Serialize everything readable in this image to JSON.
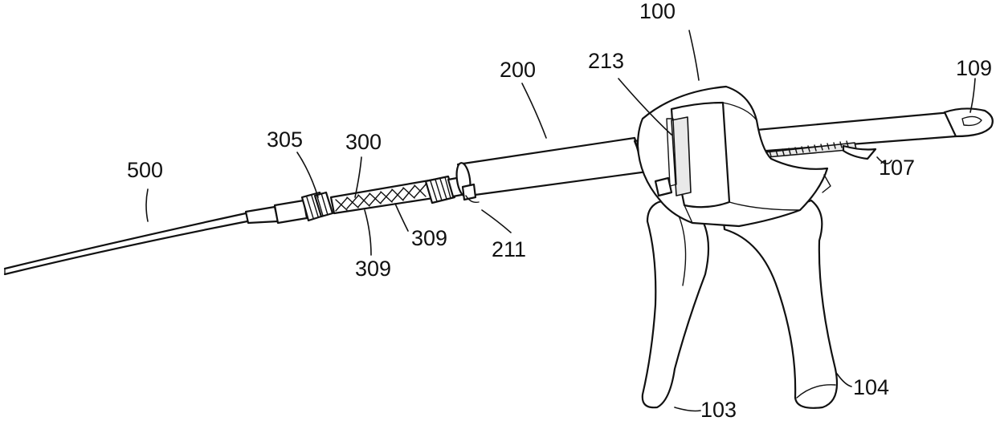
{
  "figure": {
    "labels": {
      "l100": "100",
      "l200": "200",
      "l213": "213",
      "l109": "109",
      "l305": "305",
      "l300": "300",
      "l500": "500",
      "l107": "107",
      "l211": "211",
      "l309a": "309",
      "l309b": "309",
      "l103": "103",
      "l104": "104"
    }
  }
}
